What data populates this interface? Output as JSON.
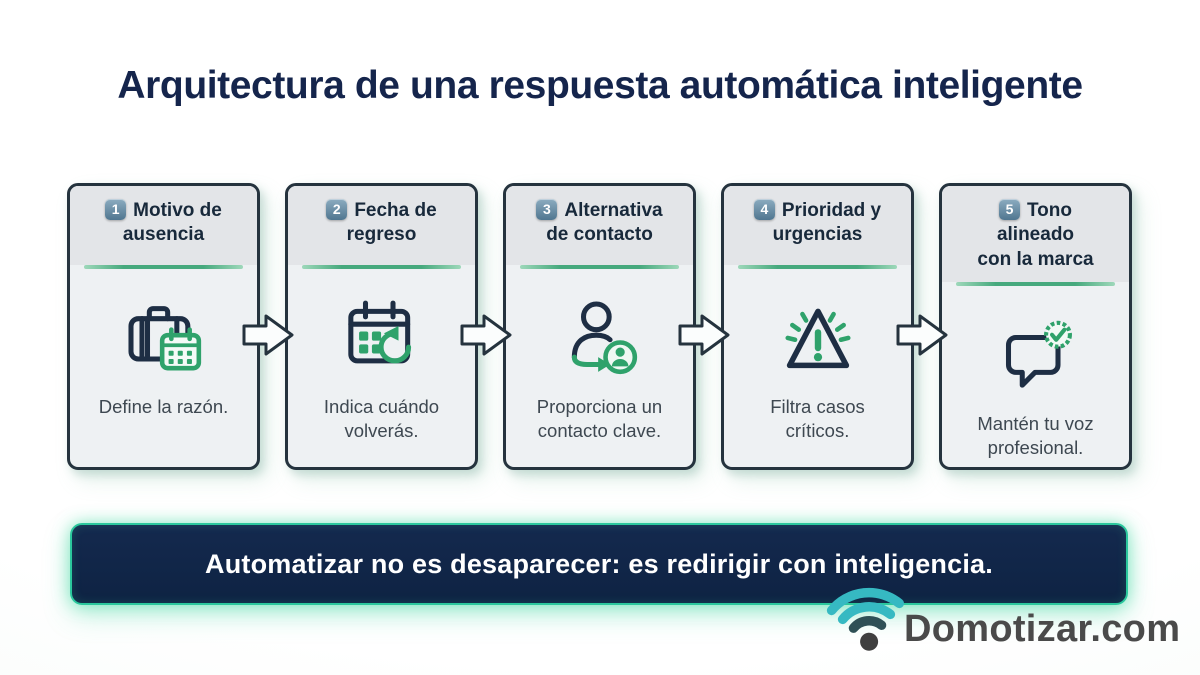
{
  "title": "Arquitectura de una respuesta automática inteligente",
  "steps": [
    {
      "number": "1",
      "title_line1": "Motivo de",
      "title_line2": "ausencia",
      "caption": "Define la razón.",
      "icon": "briefcase-calendar-icon"
    },
    {
      "number": "2",
      "title_line1": "Fecha de",
      "title_line2": "regreso",
      "caption": "Indica cuándo volverás.",
      "icon": "calendar-return-icon"
    },
    {
      "number": "3",
      "title_line1": "Alternativa",
      "title_line2": "de contacto",
      "caption": "Proporciona un contacto clave.",
      "icon": "person-contact-icon"
    },
    {
      "number": "4",
      "title_line1": "Prioridad y",
      "title_line2": "urgencias",
      "caption": "Filtra casos críticos.",
      "icon": "warning-triangle-icon"
    },
    {
      "number": "5",
      "title_line1": "Tono alineado",
      "title_line2": "con la marca",
      "caption": "Mantén tu voz profesional.",
      "icon": "chat-check-icon"
    }
  ],
  "banner": {
    "text": "Automatizar no es desaparecer: es redirigir con inteligencia."
  },
  "logo": {
    "text": "Domotizar.com",
    "icon": "wifi-icon"
  },
  "colors": {
    "title_navy": "#15254c",
    "card_border": "#25333e",
    "icon_navy": "#1e2e44",
    "accent_green": "#2fa26b",
    "divider_green": "#46a97d",
    "badge_blue": "#507690",
    "banner_bg": "#0f2443",
    "banner_glow_teal": "#2bc89d",
    "logo_teal": "#36b9c2",
    "logo_text_gray": "#4a4a4a"
  }
}
